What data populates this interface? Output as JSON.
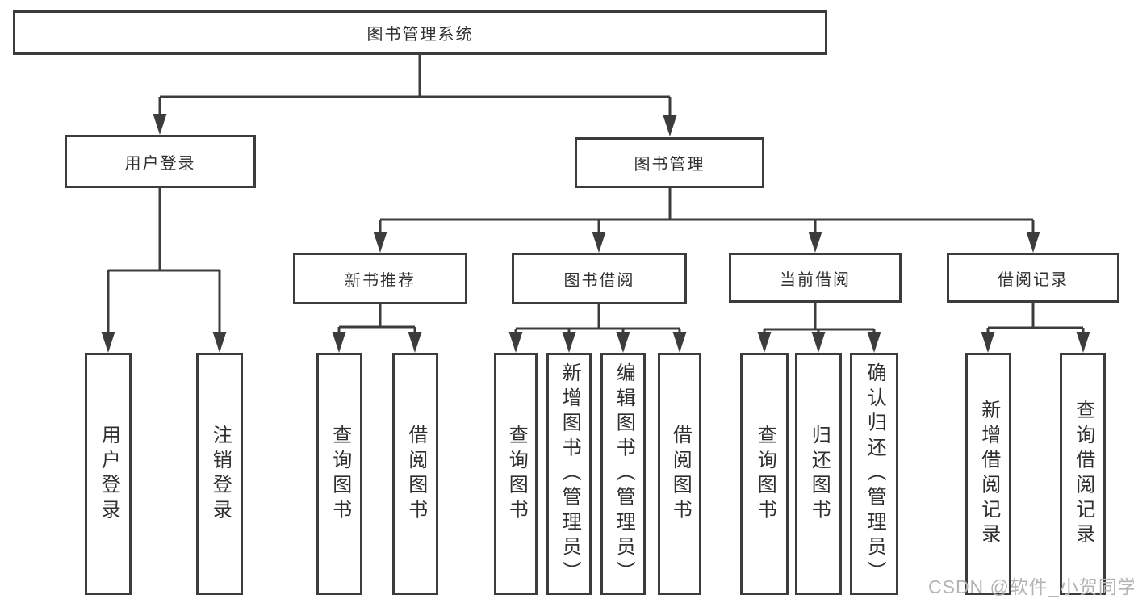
{
  "tree": {
    "root": "图书管理系统",
    "children": [
      {
        "label": "用户登录",
        "children": [
          "用户登录",
          "注销登录"
        ]
      },
      {
        "label": "图书管理",
        "children": [
          {
            "label": "新书推荐",
            "children": [
              "查询图书",
              "借阅图书"
            ]
          },
          {
            "label": "图书借阅",
            "children": [
              "查询图书",
              "新增图书（管理员）",
              "编辑图书（管理员）",
              "借阅图书"
            ]
          },
          {
            "label": "当前借阅",
            "children": [
              "查询图书",
              "归还图书",
              "确认归还（管理员）"
            ]
          },
          {
            "label": "借阅记录",
            "children": [
              "新增借阅记录",
              "查询借阅记录"
            ]
          }
        ]
      }
    ]
  },
  "watermark": "CSDN @软件_小贺同学",
  "colors": {
    "line": "#3c3c3c",
    "text": "#2f2f2f",
    "watermark": "#b4b4b4",
    "background": "#ffffff"
  }
}
